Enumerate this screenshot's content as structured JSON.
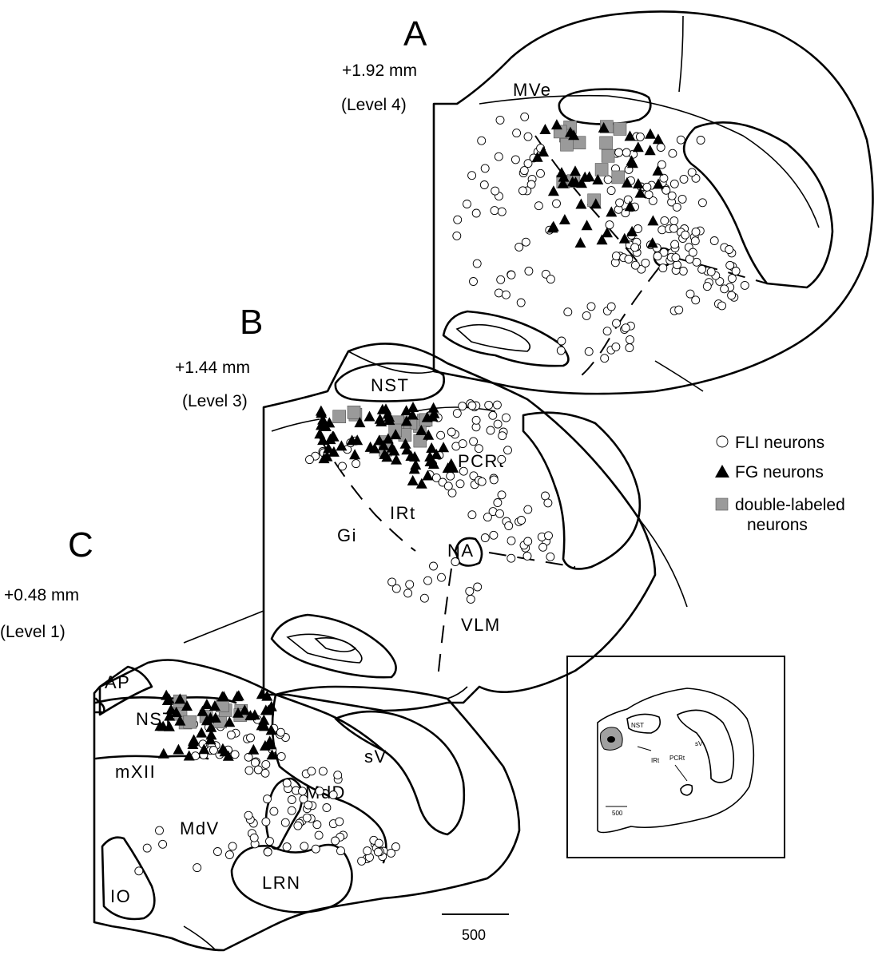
{
  "panels": [
    {
      "letter": "A",
      "coord": "+1.92 mm",
      "level": "(Level 4)"
    },
    {
      "letter": "B",
      "coord": "+1.44 mm",
      "level": "(Level 3)"
    },
    {
      "letter": "C",
      "coord": "+0.48 mm",
      "level": "(Level 1)"
    }
  ],
  "regions": {
    "MVe": "MVe",
    "NST_B": "NST",
    "PCRt": "PCRt",
    "IRt": "IRt",
    "Gi": "Gi",
    "NA": "NA",
    "VLM": "VLM",
    "AP": "AP",
    "NST_C": "NST",
    "mXII": "mXII",
    "sV": "sV",
    "MdD": "MdD",
    "MdV": "MdV",
    "IO": "IO",
    "LRN": "LRN"
  },
  "legend": {
    "fli": "FLI neurons",
    "fg": "FG neurons",
    "double_1": "double-labeled",
    "double_2": "neurons"
  },
  "scale_bar": "500",
  "inset": {
    "NST": "NST",
    "sV": "sV",
    "PCRt": "PCRt",
    "IRt": "IRt",
    "scale": "500"
  }
}
